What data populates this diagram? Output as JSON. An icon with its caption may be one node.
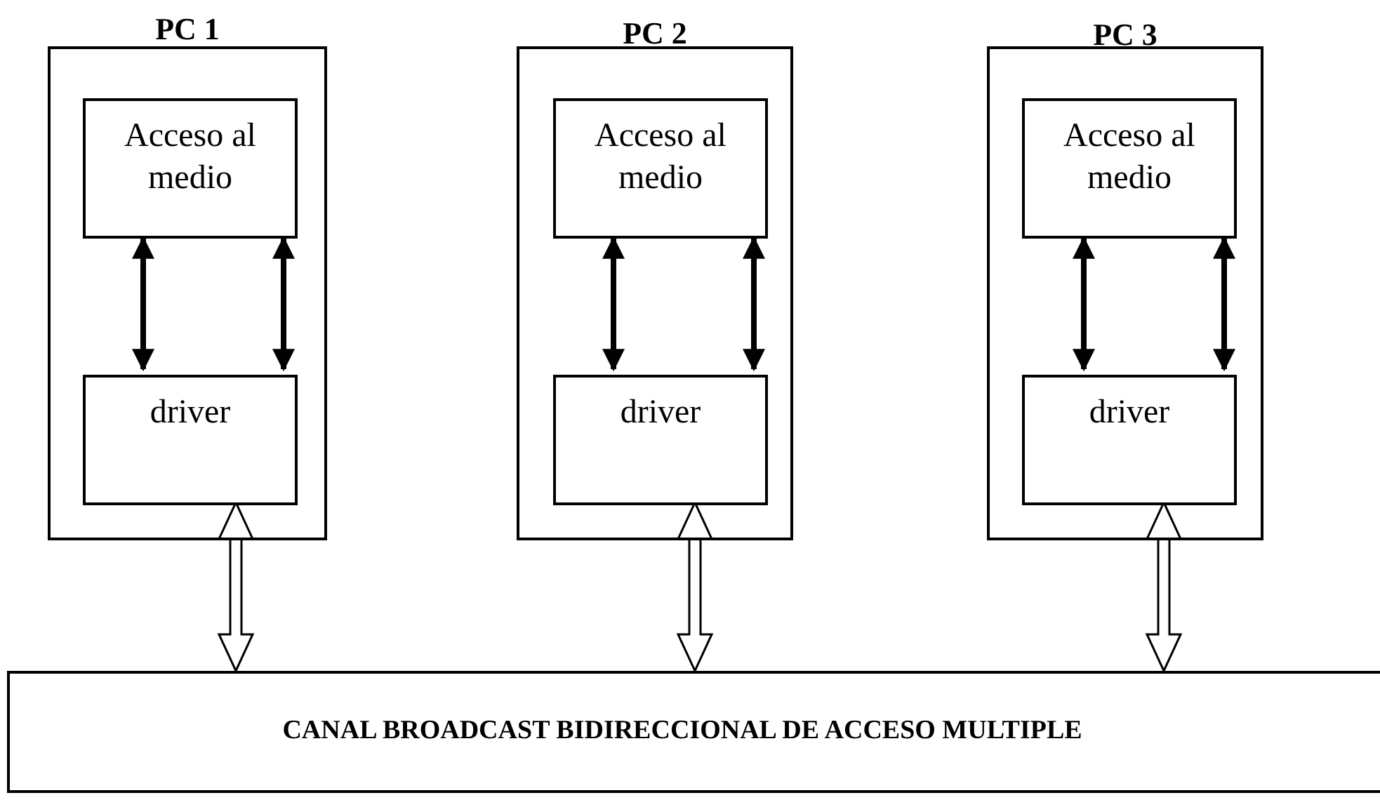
{
  "diagram": {
    "nodes": [
      {
        "text": [
          "PC 1"
        ]
      },
      {
        "text": [
          "Acceso al medio"
        ],
        "in": 0
      },
      {
        "text": [
          "driver"
        ],
        "in": 0
      },
      {
        "text": [
          "PC 2"
        ]
      },
      {
        "text": [
          "Acceso al medio"
        ],
        "in": 3
      },
      {
        "text": [
          "driver"
        ],
        "in": 3
      },
      {
        "text": [
          "PC 3"
        ]
      },
      {
        "text": [
          "Acceso al medio"
        ],
        "in": 6
      },
      {
        "text": [
          "driver"
        ],
        "in": 6
      },
      {
        "text": [
          "CANAL BROADCAST BIDIRECCIONAL DE ACCESO MULTIPLE"
        ]
      }
    ],
    "edges": [
      {
        "from": 1,
        "to": 2,
        "arrow": "both"
      },
      {
        "from": 1,
        "to": 2,
        "arrow": "both"
      },
      {
        "from": 4,
        "to": 5,
        "arrow": "both"
      },
      {
        "from": 4,
        "to": 5,
        "arrow": "both"
      },
      {
        "from": 7,
        "to": 8,
        "arrow": "both"
      },
      {
        "from": 7,
        "to": 8,
        "arrow": "both"
      },
      {
        "from": 2,
        "to": 9,
        "arrow": "both",
        "style": "thick"
      },
      {
        "from": 5,
        "to": 9,
        "arrow": "both",
        "style": "thick"
      },
      {
        "from": 8,
        "to": 9,
        "arrow": "both",
        "style": "thick"
      }
    ]
  }
}
